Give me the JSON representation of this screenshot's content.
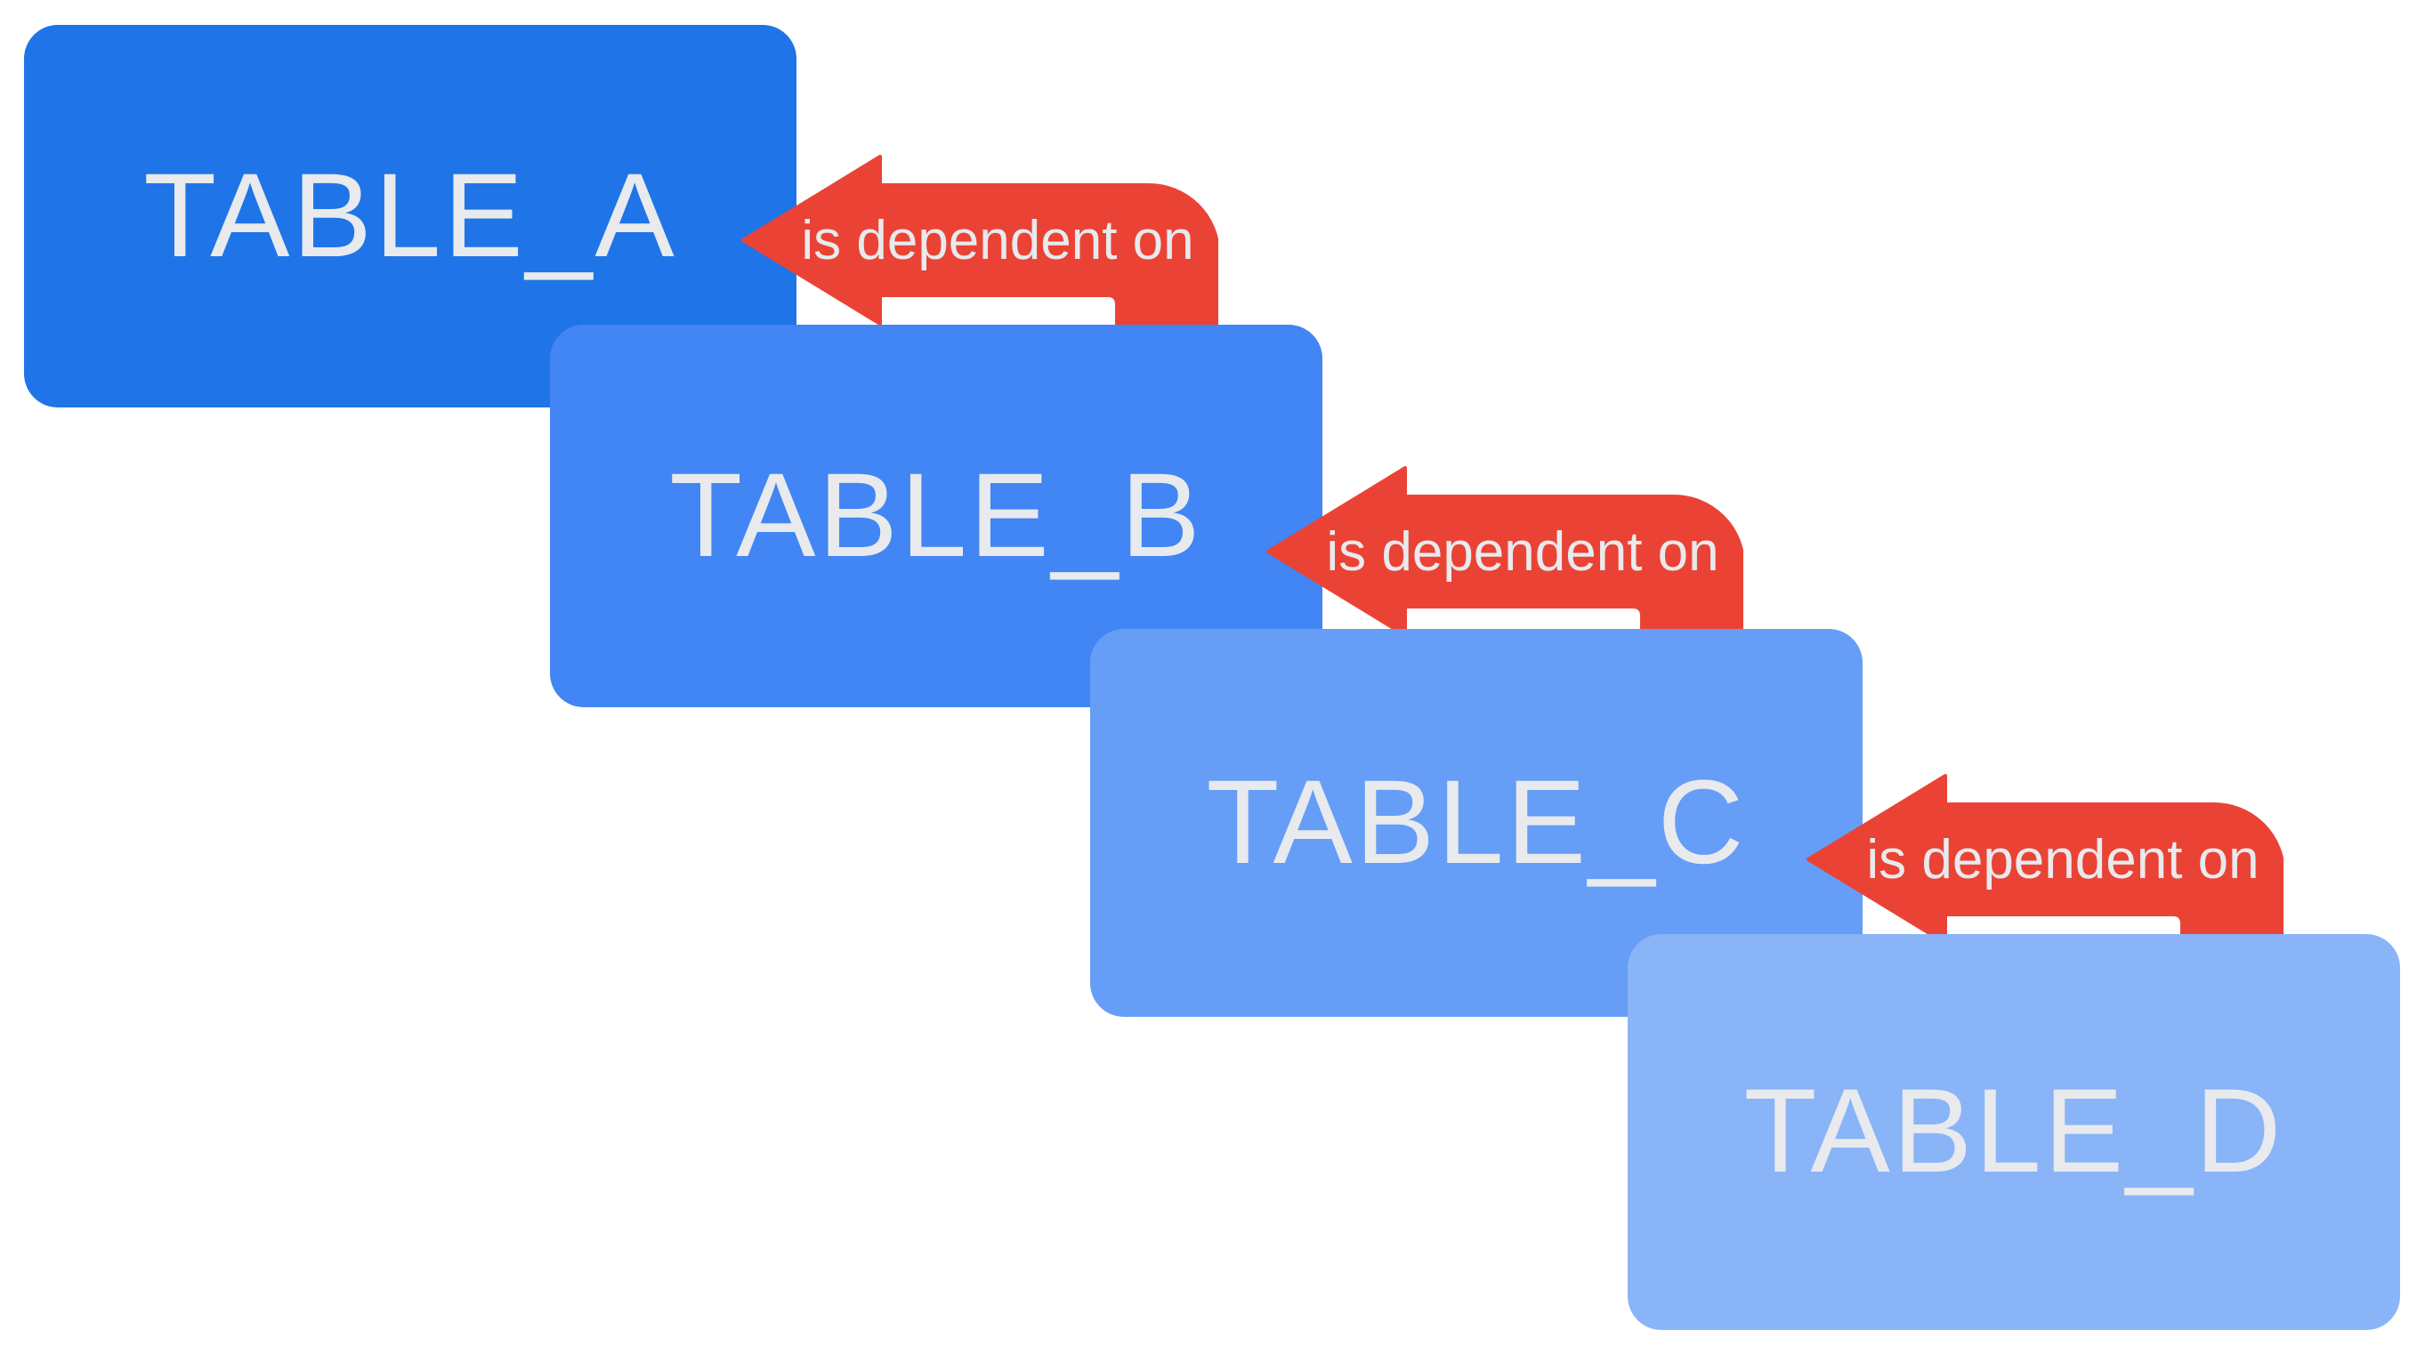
{
  "diagram": {
    "background_color": "#FFFFFF",
    "label_text_color": "#E8EAED",
    "arrow_color": "#EA4335",
    "tables": [
      {
        "label": "TABLE_A",
        "color": "#1F74E8"
      },
      {
        "label": "TABLE_B",
        "color": "#4285F4"
      },
      {
        "label": "TABLE_C",
        "color": "#669DF6"
      },
      {
        "label": "TABLE_D",
        "color": "#8AB4F8"
      }
    ],
    "arrows": [
      {
        "label": "is dependent on",
        "from": "TABLE_B",
        "to": "TABLE_A"
      },
      {
        "label": "is dependent on",
        "from": "TABLE_C",
        "to": "TABLE_B"
      },
      {
        "label": "is dependent on",
        "from": "TABLE_D",
        "to": "TABLE_C"
      }
    ]
  }
}
